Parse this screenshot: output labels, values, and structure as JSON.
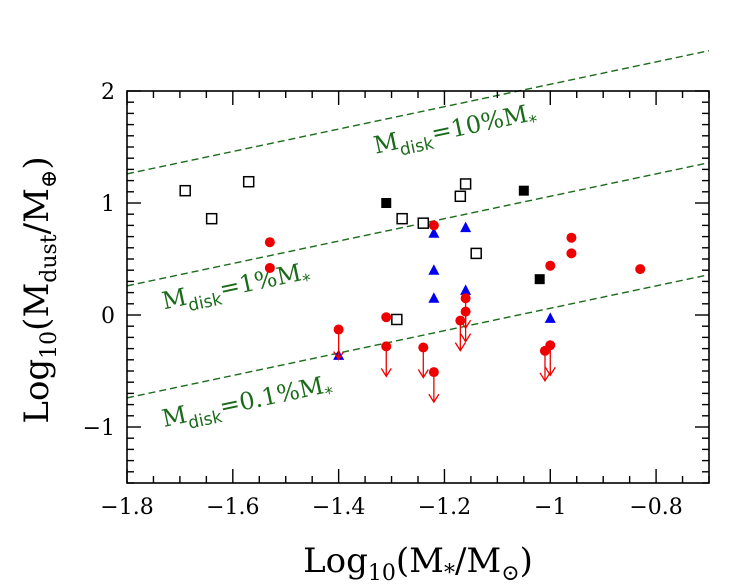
{
  "chart_data": {
    "type": "scatter",
    "title": "",
    "xlabel": {
      "base": "Log",
      "sub": "10",
      "text": "(M",
      "sub2": "*",
      "mid": "/M",
      "sub3": "⊙",
      "end": ")"
    },
    "ylabel": {
      "base": "Log",
      "sub": "10",
      "text": "(M",
      "sub2": "dust",
      "mid": "/M",
      "sub3": "⊕",
      "end": ")"
    },
    "xlim": [
      -1.8,
      -0.7
    ],
    "ylim": [
      -1.5,
      2.0
    ],
    "x_ticks": [
      -1.8,
      -1.6,
      -1.4,
      -1.2,
      -1,
      -0.8
    ],
    "x_tick_labels": [
      "−1.8",
      "−1.6",
      "−1.4",
      "−1.2",
      "−1",
      "−0.8"
    ],
    "y_ticks": [
      -1,
      0,
      1,
      2
    ],
    "y_tick_labels": [
      "−1",
      "0",
      "1",
      "2"
    ],
    "grid": false,
    "reference_lines": [
      {
        "label_main": "M",
        "label_sub": "disk",
        "label_rest": "=10%M",
        "label_star": "*",
        "slope": 1,
        "intercept": 3.06,
        "label_x": -1.33,
        "label_y": 1.44
      },
      {
        "label_main": "M",
        "label_sub": "disk",
        "label_rest": "=1%M",
        "label_star": "*",
        "slope": 1,
        "intercept": 2.06,
        "label_x": -1.73,
        "label_y": 0.05
      },
      {
        "label_main": "M",
        "label_sub": "disk",
        "label_rest": "=0.1%M",
        "label_star": "*",
        "slope": 1,
        "intercept": 1.06,
        "label_x": -1.73,
        "label_y": -1.0
      }
    ],
    "series": [
      {
        "marker": "open-square",
        "color": "#000000",
        "x": [
          -1.69,
          -1.64,
          -1.57,
          -1.28,
          -1.24,
          -1.17,
          -1.16,
          -1.14,
          -1.29
        ],
        "y": [
          1.11,
          0.86,
          1.19,
          0.86,
          0.82,
          1.06,
          1.17,
          0.55,
          -0.04
        ]
      },
      {
        "marker": "filled-square",
        "color": "#000000",
        "x": [
          -1.31,
          -1.05,
          -1.02
        ],
        "y": [
          1.0,
          1.11,
          0.32
        ]
      },
      {
        "marker": "filled-triangle",
        "color": "#0000ee",
        "x": [
          -1.4,
          -1.22,
          -1.22,
          -1.22,
          -1.16,
          -1.16,
          -1.0
        ],
        "y": [
          -0.36,
          0.73,
          0.4,
          0.15,
          0.78,
          0.22,
          -0.03
        ]
      },
      {
        "marker": "filled-circle",
        "color": "#ee0000",
        "x": [
          -1.53,
          -1.53,
          -1.22,
          -0.96,
          -0.96,
          -0.83,
          -1.0,
          -1.31
        ],
        "y": [
          0.65,
          0.42,
          0.8,
          0.69,
          0.55,
          0.41,
          0.44,
          -0.02
        ]
      },
      {
        "marker": "upper-limit",
        "color": "#ee0000",
        "x": [
          -1.4,
          -1.31,
          -1.24,
          -1.22,
          -1.17,
          -1.16,
          -1.16,
          -1.01,
          -1.0
        ],
        "y": [
          -0.13,
          -0.28,
          -0.29,
          -0.51,
          -0.05,
          0.15,
          0.03,
          -0.32,
          -0.27
        ]
      }
    ]
  }
}
